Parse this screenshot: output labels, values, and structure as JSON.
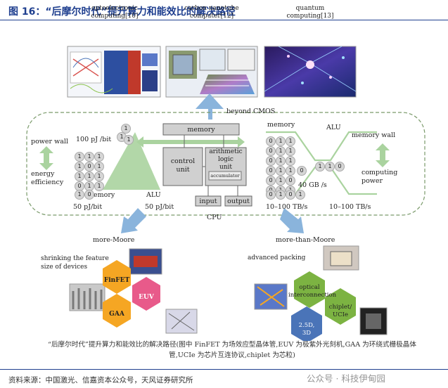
{
  "header": {
    "title": "图 16：“后摩尔时代”提升算力和能效比的解决路径"
  },
  "top": {
    "optoelectronic": "optoelectronic\ncomputing[10]",
    "cnt": "carbon nanotube\ncomputer[12]",
    "quantum": "quantum\ncomputing[13]",
    "beyond": "beyond CMOS"
  },
  "left": {
    "power_wall": "power wall",
    "energy": "energy\nefficiency",
    "pj_top": "100 pJ /bit",
    "memory": "memory",
    "alu": "ALU",
    "pj_bottom_left": "50 pJ/bit",
    "pj_bottom_right": "50 pJ/bit",
    "bits": [
      "1",
      "1",
      "1",
      "1",
      "1",
      "1",
      "1",
      "0",
      "1",
      "1",
      "1",
      "1",
      "0",
      "1",
      "1",
      "1",
      "0"
    ]
  },
  "cpu": {
    "memory": "memory",
    "control": "control\nunit",
    "arith": "arithmetic\nlogic\nunit",
    "accumulator": "accumulator",
    "input": "input",
    "output": "output",
    "label": "CPU"
  },
  "right": {
    "memory": "memory",
    "alu": "ALU",
    "memory_wall": "memory wall",
    "computing_power": "computing\npower",
    "gbs": "40 GB /s",
    "tbs_left": "10–100 TB/s",
    "tbs_right": "10–100 TB/s",
    "bits": [
      "0",
      "1",
      "1",
      "0",
      "1",
      "1",
      "0",
      "1",
      "1",
      "0",
      "1",
      "1",
      "0",
      "1",
      "1",
      "0",
      "0",
      "1",
      "0",
      "0",
      "1",
      "1",
      "0",
      "1",
      "1",
      "0"
    ]
  },
  "branches": {
    "more_moore": "more-Moore",
    "more_than_moore": "more-than-Moore"
  },
  "bottom_left": {
    "title": "shrinking the feature\nsize of devices",
    "finfet": "FinFET",
    "euv": "EUV",
    "gaa": "GAA"
  },
  "bottom_right": {
    "title": "advanced packing",
    "optical": "optical\ninterconnection",
    "chiplet": "chiplet/\nUCIe",
    "d25": "2.5D,\n3D"
  },
  "caption": "“后摩尔时代”提升算力和能效比的解决路径(图中 FinFET 为场效应型晶体管,EUV 为极紫外光刻机,GAA 为环绕式栅极晶体管,UCIe 为芯片互连协议,chiplet 为芯粒)",
  "source": "资料来源：中国激光、信嘉资本公众号，天风证券研究所",
  "watermark": "公众号 · 科技伊甸园",
  "colors": {
    "title": "#1f3f8f",
    "arrow": "#8ab4dc",
    "green": "#aad39f",
    "hex_gold": "#f5a623",
    "hex_pink": "#e85a8a",
    "hex_green": "#7cb342",
    "hex_blue": "#4a74b8"
  }
}
